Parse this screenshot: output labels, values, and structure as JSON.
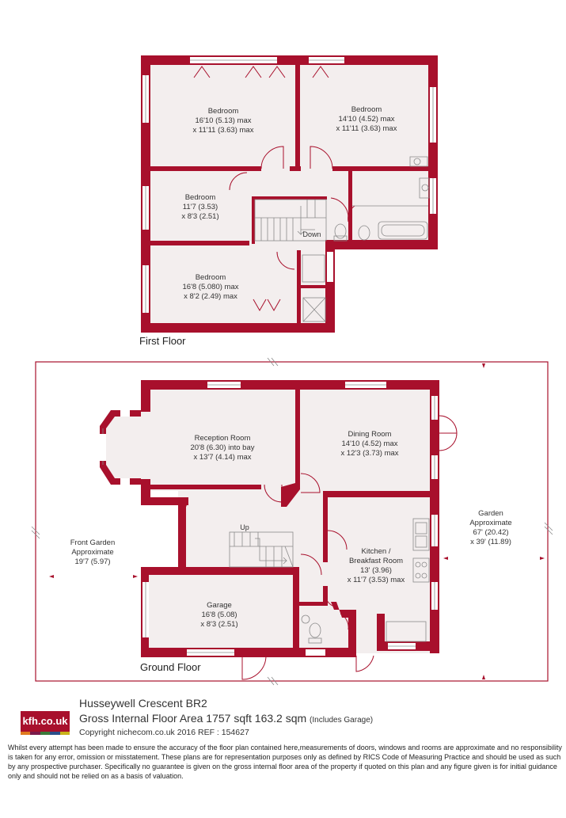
{
  "colors": {
    "wall": "#a8102c",
    "floor_fill": "#f3eeee",
    "stair": "#888888"
  },
  "first_floor": {
    "title": "First Floor",
    "rooms": [
      {
        "name": "Bedroom",
        "dims": [
          "16'10 (5.13) max",
          "x 11'11 (3.63) max"
        ]
      },
      {
        "name": "Bedroom",
        "dims": [
          "14'10 (4.52) max",
          "x 11'11 (3.63) max"
        ]
      },
      {
        "name": "Bedroom",
        "dims": [
          "11'7 (3.53)",
          "x 8'3 (2.51)"
        ]
      },
      {
        "name": "Bedroom",
        "dims": [
          "16'8 (5.080) max",
          "x 8'2 (2.49) max"
        ]
      }
    ],
    "stair_label": "Down"
  },
  "ground_floor": {
    "title": "Ground Floor",
    "rooms": [
      {
        "name": "Reception Room",
        "dims": [
          "20'8 (6.30) into bay",
          "x 13'7 (4.14) max"
        ]
      },
      {
        "name": "Dining Room",
        "dims": [
          "14'10 (4.52) max",
          "x 12'3 (3.73) max"
        ]
      },
      {
        "name": "Kitchen /",
        "dims": [
          "Breakfast Room",
          "13' (3.96)",
          "x 11'7 (3.53) max"
        ]
      },
      {
        "name": "Garage",
        "dims": [
          "16'8 (5.08)",
          "x 8'3 (2.51)"
        ]
      }
    ],
    "stair_label": "Up",
    "front_garden": [
      "Front Garden",
      "Approximate",
      "19'7 (5.97)"
    ],
    "garden": [
      "Garden",
      "Approximate",
      "67' (20.42)",
      "x 39' (11.89)"
    ]
  },
  "footer": {
    "logo": "kfh.co.uk",
    "logo_colors": [
      "#e07a1f",
      "#7a1a4a",
      "#3b7a3a",
      "#2a4f8a",
      "#c9b21a"
    ],
    "address": "Husseywell Crescent  BR2",
    "area": "Gross Internal Floor Area 1757 sqft 163.2 sqm",
    "area_note": "(Includes Garage)",
    "copyright": "Copyright nichecom.co.uk 2016 REF : 154627",
    "disclaimer": "Whilst every attempt has been made to ensure the accuracy of the floor plan contained here,measurements of doors, windows and rooms are approximate and no responsibility is taken for any error, omission or misstatement. These plans are for representation purposes only as defined by RICS Code of Measuring Practice and should be used as such by any prospective purchaser.  Specifically no guarantee is given on the gross internal floor area of the property if quoted on this plan and any figure given is for initial guidance only and should not be relied on as a basis of valuation."
  }
}
